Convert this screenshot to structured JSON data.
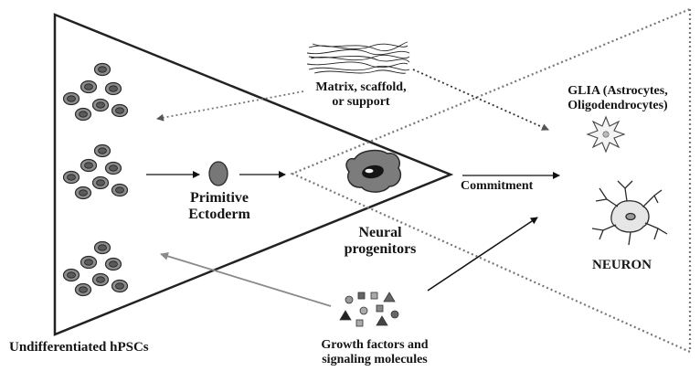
{
  "labels": {
    "undifferentiated": "Undifferentiated hPSCs",
    "primitive_ectoderm": [
      "Primitive",
      "Ectoderm"
    ],
    "neural_progenitors": [
      "Neural",
      "progenitors"
    ],
    "matrix": [
      "Matrix, scaffold,",
      "or support"
    ],
    "glia": [
      "GLIA (Astrocytes,",
      "Oligodendrocytes)"
    ],
    "commitment": "Commitment",
    "neuron": "NEURON",
    "growth_factors": [
      "Growth factors and",
      "signaling molecules"
    ]
  },
  "icons": {
    "stem_cell": "stem-cell-icon",
    "ectoderm_cell": "ectoderm-cell-icon",
    "progenitor_cell": "neural-progenitor-icon",
    "glia_cell": "glia-cell-icon",
    "neuron_cell": "neuron-icon",
    "scaffold": "scaffold-fiber-icon",
    "molecules": "molecule-shapes-icon"
  },
  "colors": {
    "outline": "#222222",
    "cell_fill": "#8c8c8c",
    "cell_inner": "#3a3a3a",
    "dotted": "#777777",
    "grey_arrow": "#8a8a8a"
  }
}
